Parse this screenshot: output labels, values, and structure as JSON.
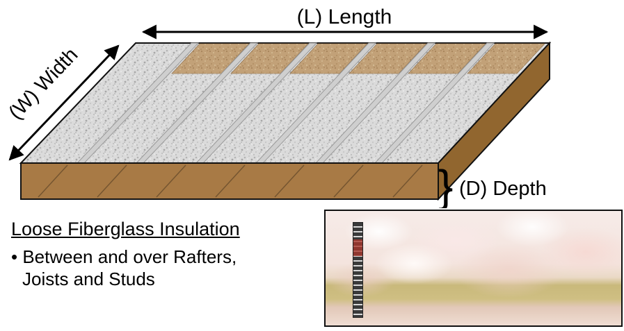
{
  "diagram": {
    "length_label": "(L) Length",
    "width_label": "(W) Width",
    "depth_label": "(D) Depth",
    "depth_brace": "}",
    "colors": {
      "wood_front": "#a87a45",
      "wood_side": "#91662f",
      "insulation_base": "#dbdbdb",
      "paper_base": "#c2a178",
      "joist_top": "#cfcfcf",
      "outline": "#111111"
    }
  },
  "caption": {
    "title": "Loose Fiberglass Insulation",
    "line1": "• Between and over Rafters,",
    "line2": "Joists and Studs"
  }
}
